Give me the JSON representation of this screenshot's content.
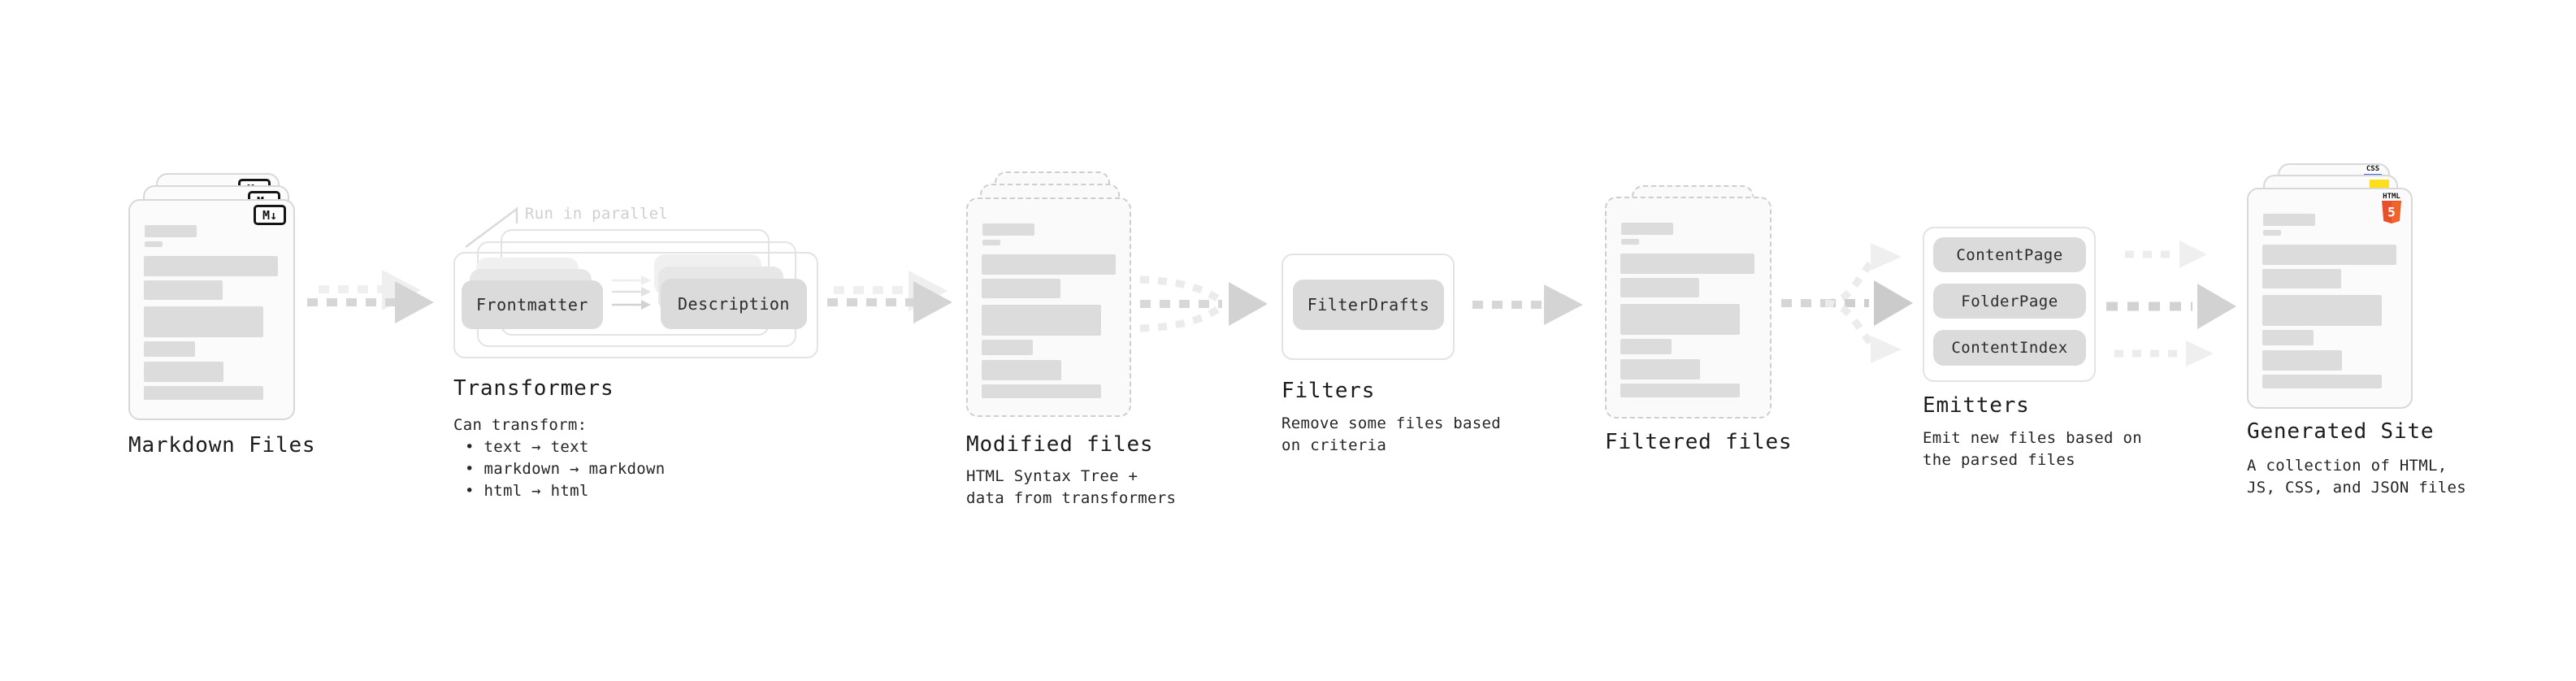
{
  "stages": {
    "markdown": {
      "title": "Markdown Files",
      "badge": "M↓"
    },
    "transformers": {
      "title": "Transformers",
      "note": "Run in parallel",
      "pill_frontmatter": "Frontmatter",
      "pill_description": "Description",
      "desc_heading": "Can transform:",
      "bullets": [
        "• text → text",
        "• markdown → markdown",
        "• html → html"
      ]
    },
    "modified": {
      "title": "Modified files",
      "subtitle_line1": "HTML Syntax Tree +",
      "subtitle_line2": "data from transformers"
    },
    "filters": {
      "title": "Filters",
      "pill_filterdrafts": "FilterDrafts",
      "subtitle_line1": "Remove some files based",
      "subtitle_line2": "on criteria"
    },
    "filtered": {
      "title": "Filtered files"
    },
    "emitters": {
      "title": "Emitters",
      "pill_contentpage": "ContentPage",
      "pill_folderpage": "FolderPage",
      "pill_contentindex": "ContentIndex",
      "subtitle_line1": "Emit new files based on",
      "subtitle_line2": "the parsed files"
    },
    "generated": {
      "title": "Generated Site",
      "subtitle_line1": "A collection of HTML,",
      "subtitle_line2": "JS, CSS, and JSON files",
      "badge_css": "CSS",
      "badge_html_label": "HTML",
      "badge_html_number": "5"
    }
  },
  "colors": {
    "html5_orange": "#e8502b",
    "js_yellow": "#ffdf1c",
    "css_blue": "#3b6ce8",
    "arrow_gray": "#d4d4d4",
    "arrow_light": "#ececec"
  }
}
